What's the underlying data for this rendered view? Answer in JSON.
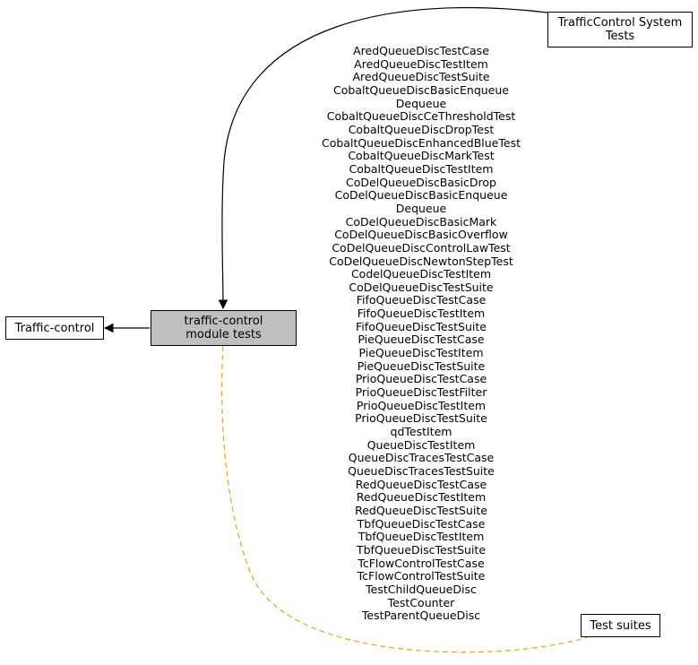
{
  "nodes": {
    "traffic_control": "Traffic-control",
    "module_tests": "traffic-control module tests",
    "system_tests": "TrafficControl System Tests",
    "test_suites": "Test suites"
  },
  "members": [
    "AredQueueDiscTestCase",
    "AredQueueDiscTestItem",
    "AredQueueDiscTestSuite",
    "CobaltQueueDiscBasicEnqueue",
    "Dequeue",
    "CobaltQueueDiscCeThresholdTest",
    "CobaltQueueDiscDropTest",
    "CobaltQueueDiscEnhancedBlueTest",
    "CobaltQueueDiscMarkTest",
    "CobaltQueueDiscTestItem",
    "CoDelQueueDiscBasicDrop",
    "CoDelQueueDiscBasicEnqueue",
    "Dequeue",
    "CoDelQueueDiscBasicMark",
    "CoDelQueueDiscBasicOverflow",
    "CoDelQueueDiscControlLawTest",
    "CoDelQueueDiscNewtonStepTest",
    "CodelQueueDiscTestItem",
    "CoDelQueueDiscTestSuite",
    "FifoQueueDiscTestCase",
    "FifoQueueDiscTestItem",
    "FifoQueueDiscTestSuite",
    "PieQueueDiscTestCase",
    "PieQueueDiscTestItem",
    "PieQueueDiscTestSuite",
    "PrioQueueDiscTestCase",
    "PrioQueueDiscTestFilter",
    "PrioQueueDiscTestItem",
    "PrioQueueDiscTestSuite",
    "qdTestItem",
    "QueueDiscTestItem",
    "QueueDiscTracesTestCase",
    "QueueDiscTracesTestSuite",
    "RedQueueDiscTestCase",
    "RedQueueDiscTestItem",
    "RedQueueDiscTestSuite",
    "TbfQueueDiscTestCase",
    "TbfQueueDiscTestItem",
    "TbfQueueDiscTestSuite",
    "TcFlowControlTestCase",
    "TcFlowControlTestSuite",
    "TestChildQueueDisc",
    "TestCounter",
    "TestParentQueueDisc"
  ],
  "colors": {
    "current_fill": "#bfbfbf",
    "dashed_edge": "#f0a30a"
  }
}
